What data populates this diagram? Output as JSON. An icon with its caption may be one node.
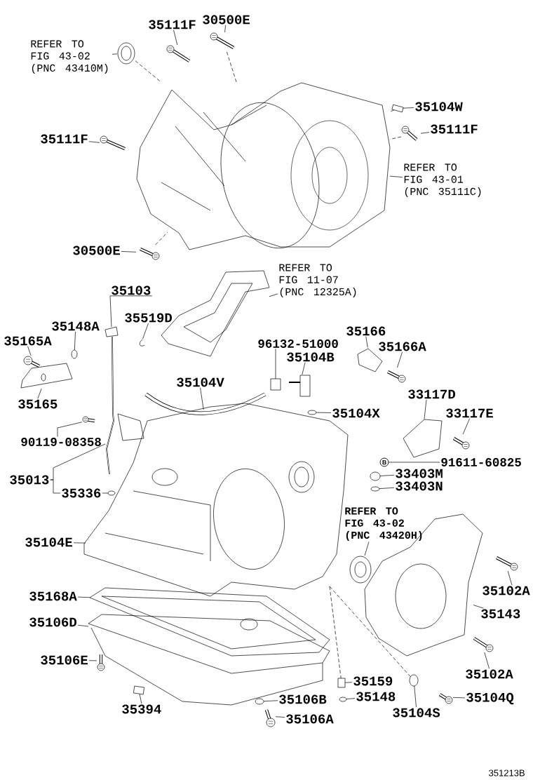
{
  "diagram": {
    "nodes": [
      {
        "text": [
          "REFER TO FIG 43-02 (PNC 43410M)"
        ]
      },
      {
        "text": [
          "35111F"
        ]
      },
      {
        "text": [
          "30500E"
        ]
      },
      {
        "text": [
          "35104W"
        ]
      },
      {
        "text": [
          "35111F"
        ]
      },
      {
        "text": [
          "35111F"
        ]
      },
      {
        "text": [
          "REFER TO FIG 43-01 (PNC 35111C)"
        ]
      },
      {
        "text": [
          "30500E"
        ]
      },
      {
        "text": [
          "REFER TO FIG 11-07 (PNC 12325A)"
        ]
      },
      {
        "text": [
          "35103"
        ]
      },
      {
        "text": [
          "35519D"
        ]
      },
      {
        "text": [
          "35148A"
        ]
      },
      {
        "text": [
          "35165A"
        ]
      },
      {
        "text": [
          "35166"
        ]
      },
      {
        "text": [
          "96132-51000"
        ]
      },
      {
        "text": [
          "35166A"
        ]
      },
      {
        "text": [
          "35104B"
        ]
      },
      {
        "text": [
          "35104V"
        ]
      },
      {
        "text": [
          "33117D"
        ]
      },
      {
        "text": [
          "35165"
        ]
      },
      {
        "text": [
          "35104X"
        ]
      },
      {
        "text": [
          "33117E"
        ]
      },
      {
        "text": [
          "90119-08358"
        ]
      },
      {
        "text": [
          "B"
        ]
      },
      {
        "text": [
          "91611-60825"
        ]
      },
      {
        "text": [
          "33403M"
        ]
      },
      {
        "text": [
          "35013"
        ]
      },
      {
        "text": [
          "33403N"
        ]
      },
      {
        "text": [
          "35336"
        ]
      },
      {
        "text": [
          "REFER TO FIG 43-02 (PNC 43420H)"
        ]
      },
      {
        "text": [
          "35104E"
        ]
      },
      {
        "text": [
          "35102A"
        ]
      },
      {
        "text": [
          "35168A"
        ]
      },
      {
        "text": [
          "35143"
        ]
      },
      {
        "text": [
          "35106D"
        ]
      },
      {
        "text": [
          "35106E"
        ]
      },
      {
        "text": [
          "35102A"
        ]
      },
      {
        "text": [
          "35159"
        ]
      },
      {
        "text": [
          "35148"
        ]
      },
      {
        "text": [
          "35106B"
        ]
      },
      {
        "text": [
          "35104Q"
        ]
      },
      {
        "text": [
          "35394"
        ]
      },
      {
        "text": [
          "35104S"
        ]
      },
      {
        "text": [
          "35106A"
        ]
      },
      {
        "text": [],
        "shape": "picture"
      },
      {
        "text": [],
        "shape": "picture"
      },
      {
        "text": [],
        "shape": "picture"
      },
      {
        "text": [],
        "shape": "box"
      },
      {
        "text": [],
        "shape": "picture"
      },
      {
        "text": [],
        "shape": "picture"
      },
      {
        "text": [],
        "shape": "picture"
      },
      {
        "text": [],
        "shape": "picture"
      },
      {
        "text": [],
        "shape": "picture"
      },
      {
        "text": [],
        "shape": "picture"
      },
      {
        "text": [],
        "shape": "picture"
      },
      {
        "text": [],
        "shape": "circle"
      },
      {
        "text": [],
        "shape": "picture"
      },
      {
        "text": [],
        "shape": "picture"
      },
      {
        "text": [],
        "shape": "box"
      },
      {
        "text": [],
        "shape": "picture"
      },
      {
        "text": [],
        "shape": "picture"
      },
      {
        "text": [],
        "shape": "picture"
      },
      {
        "text": [],
        "shape": "picture"
      },
      {
        "text": [],
        "shape": "picture"
      },
      {
        "text": [],
        "shape": "circle"
      },
      {
        "text": [],
        "shape": "picture"
      },
      {
        "text": [],
        "shape": "picture"
      },
      {
        "text": [],
        "shape": "circle"
      },
      {
        "text": [],
        "shape": "picture"
      },
      {
        "text": [],
        "shape": "circle"
      },
      {
        "text": [],
        "shape": "circle"
      },
      {
        "text": [],
        "shape": "picture"
      },
      {
        "text": [],
        "shape": "picture"
      },
      {
        "text": [],
        "shape": "picture"
      },
      {
        "text": [],
        "shape": "picture"
      },
      {
        "text": [],
        "shape": "picture"
      },
      {
        "text": [],
        "shape": "picture"
      },
      {
        "text": [],
        "shape": "picture"
      },
      {
        "text": [],
        "shape": "picture"
      },
      {
        "text": [],
        "shape": "box"
      },
      {
        "text": [],
        "shape": "circle"
      },
      {
        "text": [],
        "shape": "circle"
      },
      {
        "text": [],
        "shape": "picture"
      },
      {
        "text": [],
        "shape": "box"
      },
      {
        "text": [],
        "shape": "circle"
      },
      {
        "text": [],
        "shape": "picture"
      }
    ],
    "edges": [
      {
        "from": 0,
        "to": 44,
        "arrow": "none"
      },
      {
        "from": 1,
        "to": 45,
        "arrow": "none"
      },
      {
        "from": 2,
        "to": 46,
        "arrow": "none"
      },
      {
        "from": 3,
        "to": 47,
        "arrow": "none"
      },
      {
        "from": 4,
        "to": 48,
        "arrow": "none"
      },
      {
        "from": 5,
        "to": 49,
        "arrow": "none"
      },
      {
        "from": 6,
        "to": 50,
        "arrow": "none"
      },
      {
        "from": 7,
        "to": 51,
        "arrow": "none"
      },
      {
        "from": 8,
        "to": 52,
        "arrow": "none"
      },
      {
        "from": 9,
        "to": 53,
        "arrow": "none"
      },
      {
        "from": 10,
        "to": 54,
        "arrow": "none"
      },
      {
        "from": 11,
        "to": 55,
        "arrow": "none"
      },
      {
        "from": 12,
        "to": 56,
        "arrow": "none"
      },
      {
        "from": 13,
        "to": 57,
        "arrow": "none"
      },
      {
        "from": 14,
        "to": 58,
        "arrow": "none"
      },
      {
        "from": 15,
        "to": 59,
        "arrow": "none"
      },
      {
        "from": 16,
        "to": 60,
        "arrow": "none"
      },
      {
        "from": 17,
        "to": 61,
        "arrow": "none"
      },
      {
        "from": 18,
        "to": 62,
        "arrow": "none"
      },
      {
        "from": 19,
        "to": 63,
        "arrow": "none"
      },
      {
        "from": 20,
        "to": 64,
        "arrow": "none"
      },
      {
        "from": 21,
        "to": 65,
        "arrow": "none"
      },
      {
        "from": 22,
        "to": 66,
        "arrow": "none"
      },
      {
        "from": 24,
        "to": 23,
        "arrow": "none"
      },
      {
        "from": 25,
        "to": 67,
        "arrow": "none"
      },
      {
        "from": 26,
        "to": 68,
        "arrow": "none"
      },
      {
        "from": 26,
        "to": 28,
        "arrow": "none"
      },
      {
        "from": 27,
        "to": 69,
        "arrow": "none"
      },
      {
        "from": 28,
        "to": 70,
        "arrow": "none"
      },
      {
        "from": 29,
        "to": 71,
        "arrow": "none"
      },
      {
        "from": 30,
        "to": 72,
        "arrow": "none"
      },
      {
        "from": 31,
        "to": 73,
        "arrow": "none"
      },
      {
        "from": 32,
        "to": 74,
        "arrow": "none"
      },
      {
        "from": 33,
        "to": 75,
        "arrow": "none"
      },
      {
        "from": 34,
        "to": 76,
        "arrow": "none"
      },
      {
        "from": 35,
        "to": 77,
        "arrow": "none"
      },
      {
        "from": 36,
        "to": 78,
        "arrow": "none"
      },
      {
        "from": 37,
        "to": 79,
        "arrow": "none"
      },
      {
        "from": 38,
        "to": 80,
        "arrow": "none"
      },
      {
        "from": 39,
        "to": 81,
        "arrow": "none"
      },
      {
        "from": 40,
        "to": 82,
        "arrow": "none"
      },
      {
        "from": 41,
        "to": 83,
        "arrow": "none"
      },
      {
        "from": 42,
        "to": 84,
        "arrow": "none"
      },
      {
        "from": 43,
        "to": 85,
        "arrow": "none"
      },
      {
        "from": 44,
        "to": 50,
        "arrow": "none",
        "style": "dashed"
      },
      {
        "from": 46,
        "to": 50,
        "arrow": "none",
        "style": "dashed"
      },
      {
        "from": 47,
        "to": 50,
        "arrow": "none",
        "style": "dashed"
      },
      {
        "from": 48,
        "to": 50,
        "arrow": "none",
        "style": "dashed"
      },
      {
        "from": 51,
        "to": 50,
        "arrow": "none",
        "style": "dashed"
      },
      {
        "from": 72,
        "to": 79,
        "arrow": "none",
        "style": "dashed"
      },
      {
        "from": 72,
        "to": 84,
        "arrow": "none",
        "style": "dashed"
      }
    ],
    "labels": [
      "351213B"
    ]
  }
}
